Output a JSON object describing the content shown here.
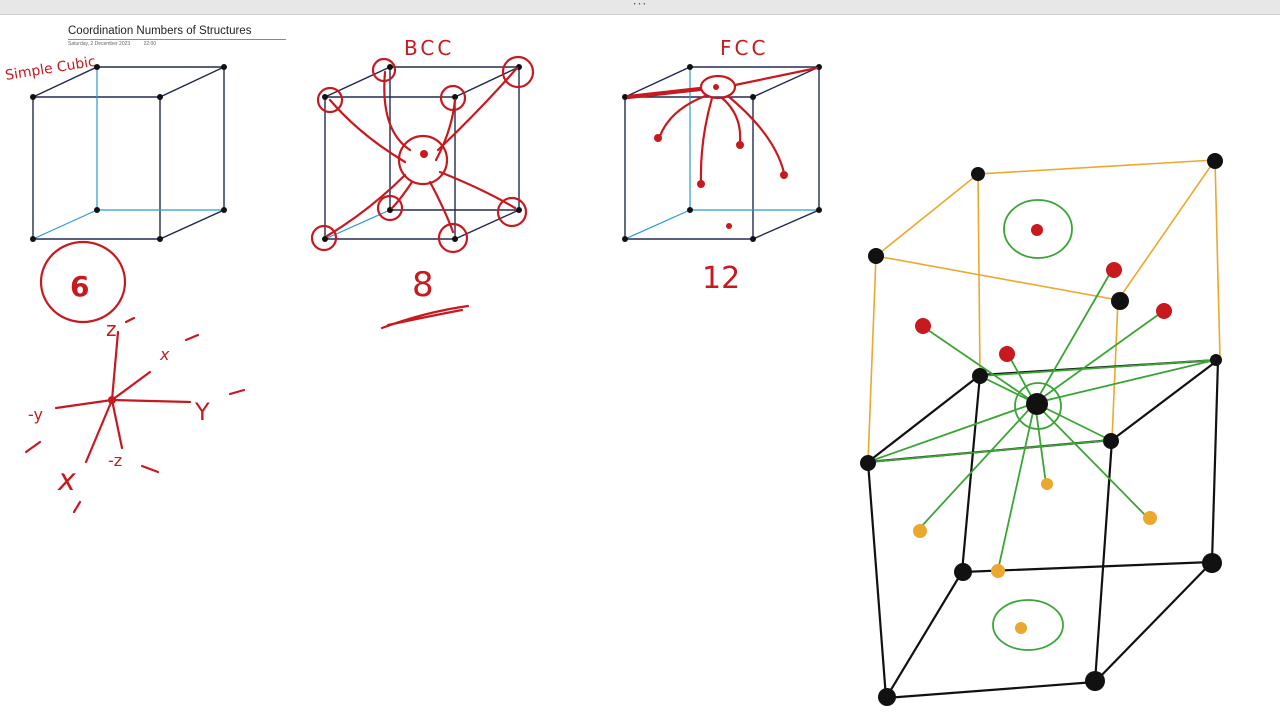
{
  "window": {
    "menu_glyph": "···"
  },
  "page": {
    "title": "Coordination Numbers of Structures",
    "date": "Saturday, 2 December 2023",
    "time": "22:00"
  },
  "labels": {
    "simple_cubic": "Simple Cubic",
    "bcc": "BCC",
    "fcc": "FCC"
  },
  "coordination": {
    "simple_cubic": "6",
    "bcc": "8",
    "fcc": "12"
  },
  "axes": {
    "z_pos": "z",
    "x_pos": "x",
    "y_pos": "Y",
    "y_neg": "-y",
    "x_neg": "x",
    "z_neg": "-z"
  },
  "colors": {
    "ink_red": "#c8191e",
    "ink_green": "#3aa535",
    "ink_orange": "#eaa82e",
    "ink_black": "#111111",
    "cube_navy": "#222a52",
    "cube_teal": "#2a9ad0"
  }
}
